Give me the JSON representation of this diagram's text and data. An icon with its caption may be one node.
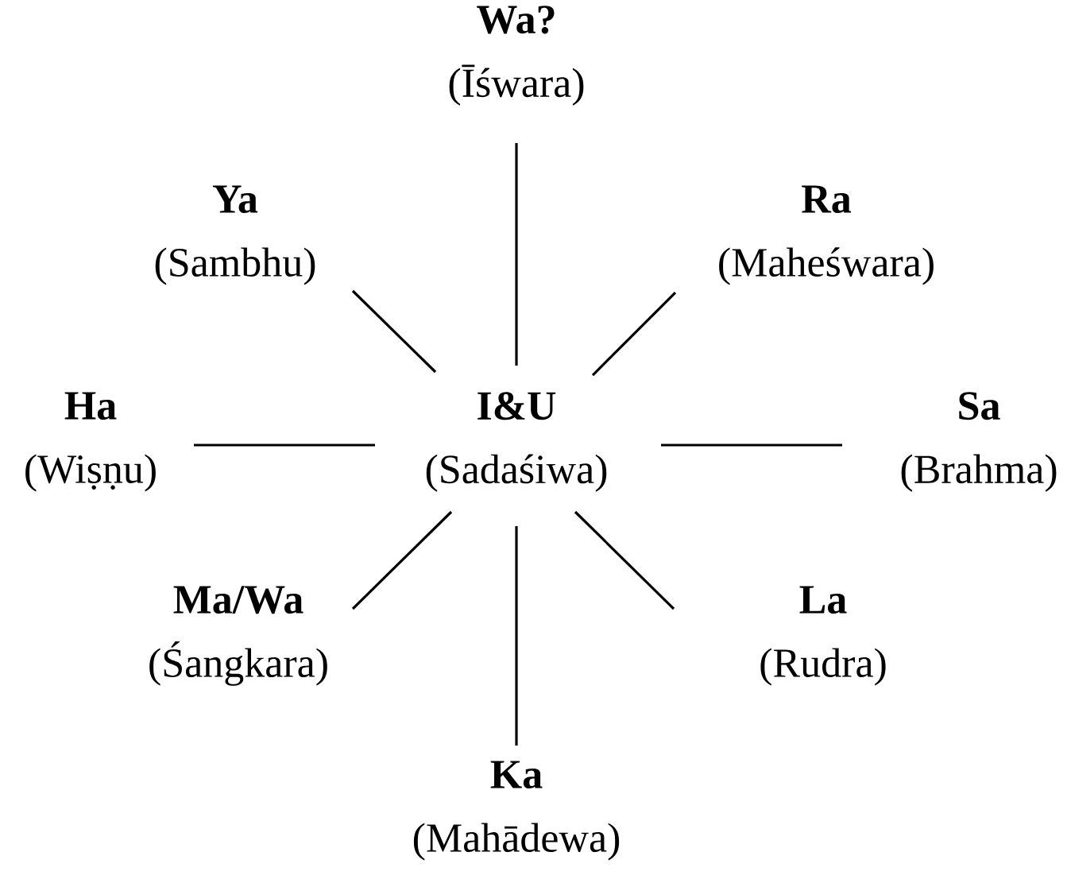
{
  "diagram": {
    "nodes": [
      {
        "text": [
          "Wa?",
          "(Īśwara)"
        ]
      },
      {
        "text": [
          "Ya",
          "(Sambhu)"
        ]
      },
      {
        "text": [
          "Ra",
          "(Maheśwara)"
        ]
      },
      {
        "text": [
          "Ha",
          "(Wiṣṇu)"
        ]
      },
      {
        "text": [
          "I&U",
          "(Sadaśiwa)"
        ]
      },
      {
        "text": [
          "Sa",
          "(Brahma)"
        ]
      },
      {
        "text": [
          "Ma/Wa",
          "(Śangkara)"
        ]
      },
      {
        "text": [
          "La",
          "(Rudra)"
        ]
      },
      {
        "text": [
          "Ka",
          "(Mahādewa)"
        ]
      }
    ],
    "edges": [
      {
        "from": 4,
        "to": 0,
        "arrow": "none"
      },
      {
        "from": 4,
        "to": 1,
        "arrow": "none"
      },
      {
        "from": 4,
        "to": 2,
        "arrow": "none"
      },
      {
        "from": 4,
        "to": 3,
        "arrow": "none"
      },
      {
        "from": 4,
        "to": 5,
        "arrow": "none"
      },
      {
        "from": 4,
        "to": 6,
        "arrow": "none"
      },
      {
        "from": 4,
        "to": 7,
        "arrow": "none"
      },
      {
        "from": 4,
        "to": 8,
        "arrow": "none"
      }
    ]
  }
}
